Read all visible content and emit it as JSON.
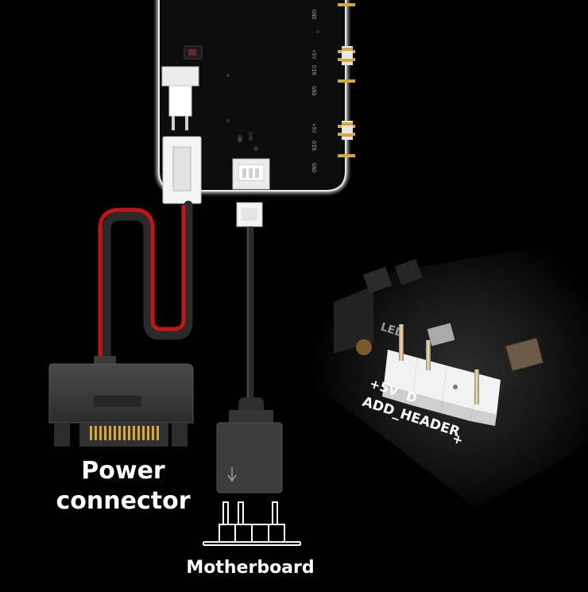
{
  "labels": {
    "power_line1": "Power",
    "power_line2": "connector",
    "motherboard": "Motherboard"
  },
  "board": {
    "pin_labels": [
      "GND",
      "+5V",
      "DIN",
      "GND",
      "+5V",
      "DIN",
      "GND"
    ],
    "ic_text": "DIN",
    "ic_text_small": "DN"
  },
  "header_photo": {
    "pin_labels": [
      "+5V",
      "D",
      "+"
    ],
    "header_name": "ADD_HEADER",
    "led_text": "LED"
  },
  "colors": {
    "background": "#000000",
    "board": "#0c0c0c",
    "board_glow": "#ffffff",
    "connector_white": "#eeeeee",
    "wire_red": "#c61414",
    "wire_black": "#2a2a2a",
    "gold_pin": "#d8a73a"
  },
  "icons": [
    "down-arrow-icon"
  ]
}
